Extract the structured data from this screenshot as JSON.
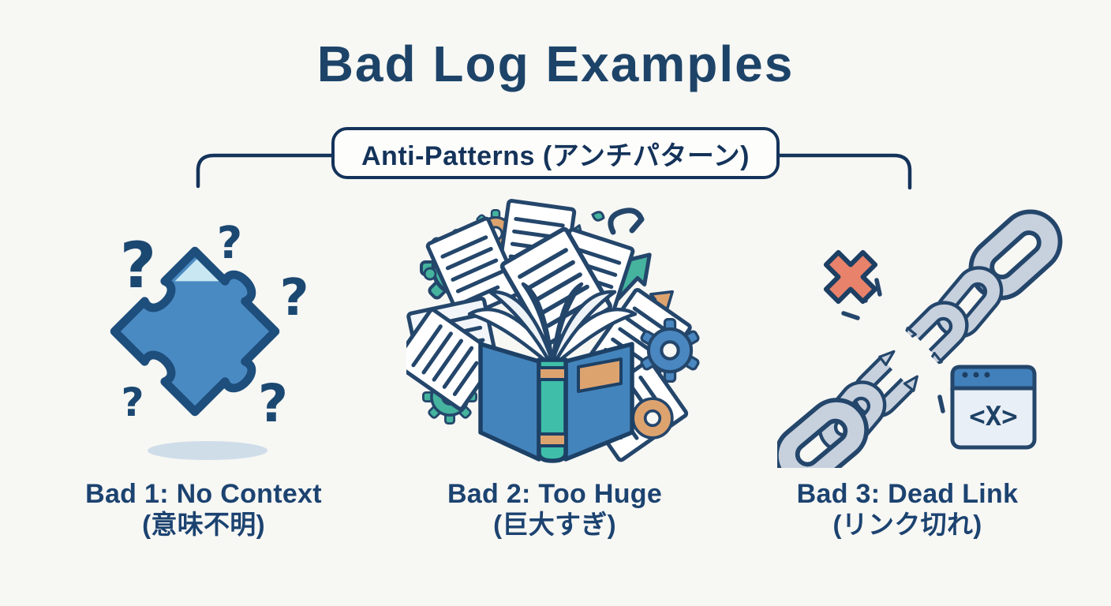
{
  "title": "Bad Log Examples",
  "banner": {
    "label": "Anti-Patterns (アンチパターン)"
  },
  "items": [
    {
      "title": "Bad 1: No Context",
      "subtitle": "(意味不明)",
      "icon": "puzzle-question-icon"
    },
    {
      "title": "Bad 2: Too Huge",
      "subtitle": "(巨大すぎ)",
      "icon": "overflowing-book-icon"
    },
    {
      "title": "Bad 3: Dead Link",
      "subtitle": "(リンク切れ)",
      "icon": "broken-chain-icon"
    }
  ],
  "glyphs": {
    "question_mark": "?",
    "code_tag": "<X>"
  },
  "colors": {
    "background": "#f7f7f4",
    "navy_text": "#1d4468",
    "outline_navy": "#24466b",
    "puzzle_blue": "#4a8ac2",
    "book_blue": "#4484bc",
    "teal": "#45b39e",
    "spine_teal": "#3fbfa9",
    "orange": "#dda36f",
    "coral_x": "#e8826b",
    "chain_steel": "#c7d0dd",
    "window_bar_blue": "#4180ba"
  }
}
